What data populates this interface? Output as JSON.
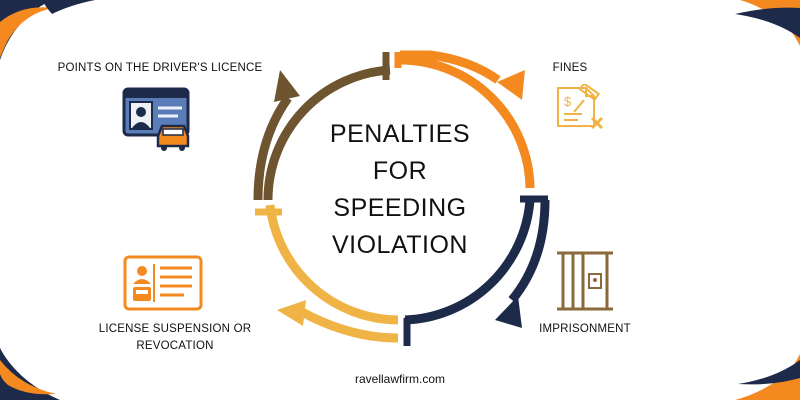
{
  "diagram": {
    "center_title_lines": [
      "PENALTIES",
      "FOR",
      "SPEEDING",
      "VIOLATION"
    ],
    "items": [
      {
        "label": "POINTS ON THE DRIVER'S LICENCE",
        "icon": "driver-license-car-icon"
      },
      {
        "label": "FINES",
        "icon": "fine-document-gavel-icon"
      },
      {
        "label": "IMPRISONMENT",
        "icon": "jail-cell-icon"
      },
      {
        "label_lines": [
          "LICENSE SUSPENSION OR",
          "REVOCATION"
        ],
        "icon": "license-card-icon"
      }
    ],
    "footer": "ravellawfirm.com"
  },
  "colors": {
    "dark_navy": "#1e2a4a",
    "orange": "#f48a1f",
    "gold": "#f0b446",
    "olive_brown": "#6e5530"
  }
}
